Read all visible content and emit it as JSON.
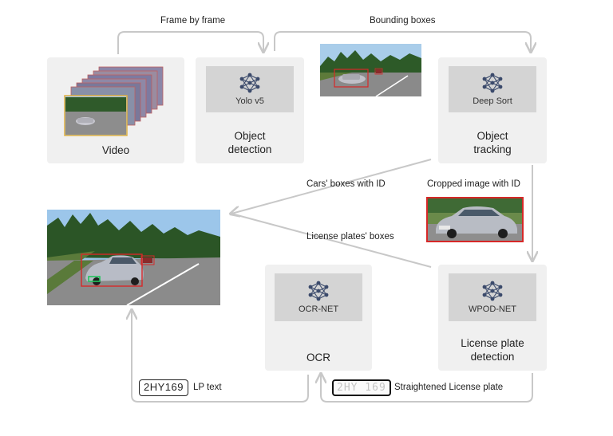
{
  "edges": {
    "frame_by_frame": "Frame by  frame",
    "bounding_boxes": "Bounding boxes",
    "cars_boxes": "Cars' boxes with ID",
    "cropped_image": "Cropped image with ID",
    "license_plates_boxes": "License plates' boxes",
    "lp_text": "LP text",
    "straightened": "Straightened License plate"
  },
  "stages": {
    "video": {
      "label": "Video"
    },
    "detection": {
      "label": "Object\ndetection",
      "model": "Yolo v5"
    },
    "tracking": {
      "label": "Object\ntracking",
      "model": "Deep Sort"
    },
    "lp_detection": {
      "label": "License plate\ndetection",
      "model": "WPOD-NET"
    },
    "ocr": {
      "label": "OCR",
      "model": "OCR-NET"
    }
  },
  "plates": {
    "recognized_text": "2HY169",
    "straightened_text": "2HY 169"
  },
  "colors": {
    "arrow": "#c8c8c8",
    "stage_bg": "#f0f0f0",
    "model_bg": "#d4d4d4",
    "car_box": "#d62828",
    "plate_box": "#22c55e",
    "video_frame": "#e0b040"
  },
  "icons": {
    "model": "neural-network-icon"
  }
}
